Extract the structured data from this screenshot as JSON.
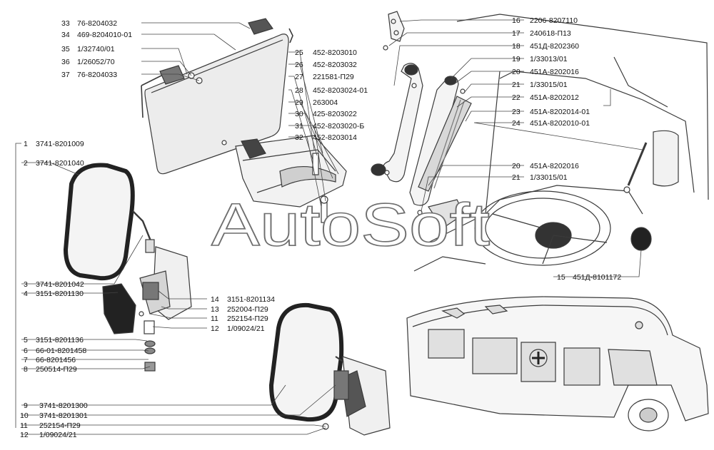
{
  "watermark": "AutoSoft",
  "colors": {
    "line": "#3a3a3a",
    "text": "#111111",
    "fill_dark": "#2a2a2a",
    "fill_mid": "#bdbdbd",
    "fill_light": "#e6e6e6"
  },
  "labels": [
    {
      "num": "33",
      "code": "76-8204032"
    },
    {
      "num": "34",
      "code": "469-8204010-01"
    },
    {
      "num": "35",
      "code": "1/32740/01"
    },
    {
      "num": "36",
      "code": "1/26052/70"
    },
    {
      "num": "37",
      "code": "76-8204033"
    },
    {
      "num": "25",
      "code": "452-8203010"
    },
    {
      "num": "26",
      "code": "452-8203032"
    },
    {
      "num": "27",
      "code": "221581-П29"
    },
    {
      "num": "28",
      "code": "452-8203024-01"
    },
    {
      "num": "29",
      "code": "263004"
    },
    {
      "num": "30",
      "code": "425-8203022"
    },
    {
      "num": "31",
      "code": "452-8203020-Б"
    },
    {
      "num": "32",
      "code": "452-8203014"
    },
    {
      "num": "16",
      "code": "2206-8207110"
    },
    {
      "num": "17",
      "code": "240618-П13"
    },
    {
      "num": "18",
      "code": "451Д-8202360"
    },
    {
      "num": "19",
      "code": "1/33013/01"
    },
    {
      "num": "20",
      "code": "451А-8202016"
    },
    {
      "num": "21",
      "code": "1/33015/01"
    },
    {
      "num": "22",
      "code": "451А-8202012"
    },
    {
      "num": "23",
      "code": "451А-8202014-01"
    },
    {
      "num": "24",
      "code": "451А-8202010-01"
    },
    {
      "num": "20",
      "code": "451А-8202016"
    },
    {
      "num": "21",
      "code": "1/33015/01"
    },
    {
      "num": "15",
      "code": "451Д-8101172"
    },
    {
      "num": "1",
      "code": "3741-8201009"
    },
    {
      "num": "2",
      "code": "3741-8201040"
    },
    {
      "num": "3",
      "code": "3741-8201042"
    },
    {
      "num": "4",
      "code": "3151-8201130"
    },
    {
      "num": "14",
      "code": "3151-8201134"
    },
    {
      "num": "13",
      "code": "252004-П29"
    },
    {
      "num": "11",
      "code": "252154-П29"
    },
    {
      "num": "12",
      "code": "1/09024/21"
    },
    {
      "num": "5",
      "code": "3151-8201136"
    },
    {
      "num": "6",
      "code": "66-01-8201458"
    },
    {
      "num": "7",
      "code": "66-8201456"
    },
    {
      "num": "8",
      "code": "250514-П29"
    },
    {
      "num": "9",
      "code": "3741-8201300"
    },
    {
      "num": "10",
      "code": "3741-8201301"
    },
    {
      "num": "11",
      "code": "252154-П29"
    },
    {
      "num": "12",
      "code": "1/09024/21"
    }
  ]
}
